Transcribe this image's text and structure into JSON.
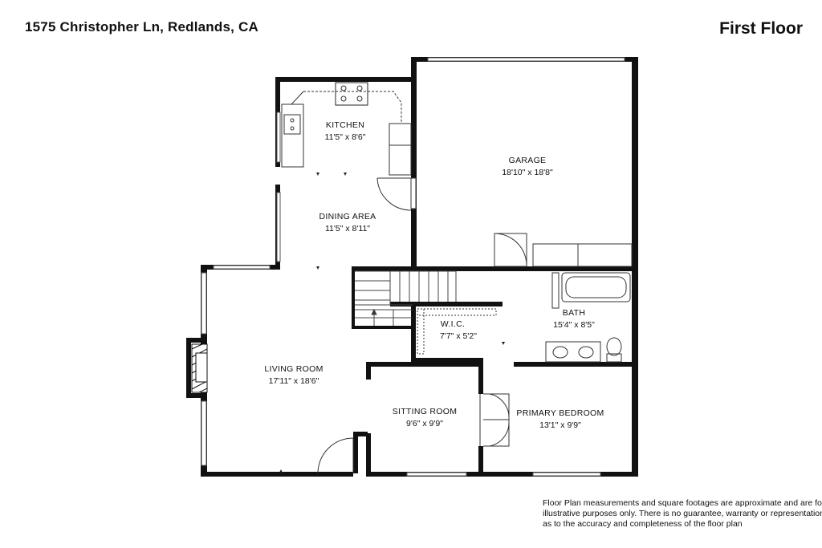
{
  "header": {
    "address": "1575 Christopher Ln, Redlands, CA",
    "floor": "First Floor"
  },
  "rooms": [
    {
      "name": "KITCHEN",
      "dimensions": "11'5\" x 8'6\""
    },
    {
      "name": "DINING AREA",
      "dimensions": "11'5\" x 8'11\""
    },
    {
      "name": "GARAGE",
      "dimensions": "18'10\" x 18'8\""
    },
    {
      "name": "BATH",
      "dimensions": "15'4\" x 8'5\""
    },
    {
      "name": "W.I.C.",
      "dimensions": "7'7\" x 5'2\""
    },
    {
      "name": "LIVING ROOM",
      "dimensions": "17'11\" x 18'6\""
    },
    {
      "name": "SITTING ROOM",
      "dimensions": "9'6\" x 9'9\""
    },
    {
      "name": "PRIMARY BEDROOM",
      "dimensions": "13'1\" x 9'9\""
    }
  ],
  "disclaimer": {
    "line1": "Floor Plan measurements and square footages are approximate and are for",
    "line2": "illustrative purposes only. There is no guarantee, warranty or representation",
    "line3": "as to the accuracy and completeness of the floor plan"
  }
}
